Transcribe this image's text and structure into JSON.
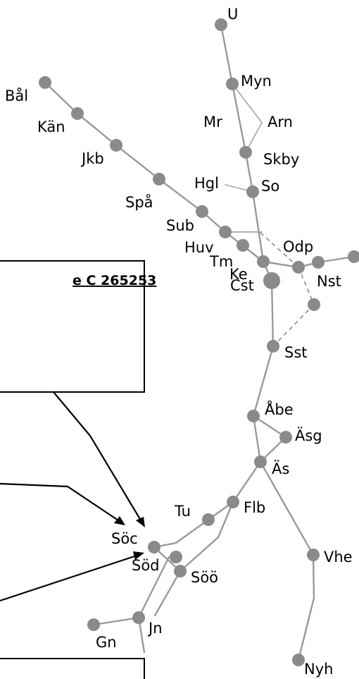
{
  "diagram": {
    "colors": {
      "line": "#999999",
      "station": "#8a8a8a",
      "arrow": "#000000",
      "box": "#000000"
    },
    "stations": [
      {
        "id": "U",
        "label": "U"
      },
      {
        "id": "Myn",
        "label": "Myn"
      },
      {
        "id": "Mr",
        "label": "Mr"
      },
      {
        "id": "Arn",
        "label": "Arn"
      },
      {
        "id": "Skby",
        "label": "Skby"
      },
      {
        "id": "Hgl",
        "label": "Hgl"
      },
      {
        "id": "So",
        "label": "So"
      },
      {
        "id": "Bal",
        "label": "Bål"
      },
      {
        "id": "Kan",
        "label": "Kän"
      },
      {
        "id": "Jkb",
        "label": "Jkb"
      },
      {
        "id": "Spa",
        "label": "Spå"
      },
      {
        "id": "Sub",
        "label": "Sub"
      },
      {
        "id": "Huv",
        "label": "Huv"
      },
      {
        "id": "Tm",
        "label": "Tm"
      },
      {
        "id": "Ke",
        "label": "Ke"
      },
      {
        "id": "Odp",
        "label": "Odp"
      },
      {
        "id": "Nst",
        "label": "Nst"
      },
      {
        "id": "Cst",
        "label": "Cst"
      },
      {
        "id": "Sst",
        "label": "Sst"
      },
      {
        "id": "Abe",
        "label": "Åbe"
      },
      {
        "id": "Asg",
        "label": "Äsg"
      },
      {
        "id": "As",
        "label": "Äs"
      },
      {
        "id": "Flb",
        "label": "Flb"
      },
      {
        "id": "Tu",
        "label": "Tu"
      },
      {
        "id": "Soc",
        "label": "Söc"
      },
      {
        "id": "Sod",
        "label": "Söd"
      },
      {
        "id": "Soo",
        "label": "Söö"
      },
      {
        "id": "Jn",
        "label": "Jn"
      },
      {
        "id": "Gn",
        "label": "Gn"
      },
      {
        "id": "Vhe",
        "label": "Vhe"
      },
      {
        "id": "Nyh",
        "label": "Nyh"
      }
    ],
    "callout": {
      "reference": "e C 265253"
    }
  }
}
